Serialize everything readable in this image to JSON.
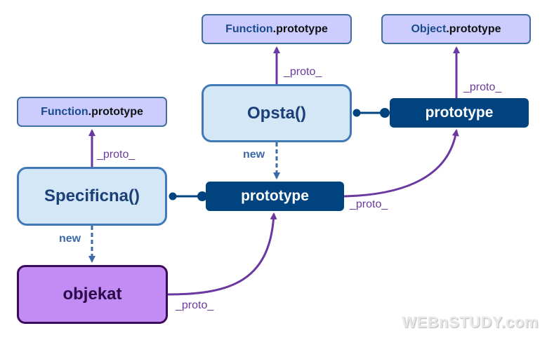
{
  "nodes": {
    "function_prototype_top": {
      "part1": "Function",
      "part2": ".prototype"
    },
    "object_prototype_top": {
      "part1": "Object",
      "part2": ".prototype"
    },
    "function_prototype_left": {
      "part1": "Function",
      "part2": ".prototype"
    },
    "opsta": "Opsta()",
    "specificna": "Specificna()",
    "opsta_prototype": "prototype",
    "specificna_prototype": "prototype",
    "objekat": "objekat"
  },
  "labels": {
    "proto_opsta": "_proto_",
    "proto_opsta_prototype": "_proto_",
    "proto_specificna": "_proto_",
    "proto_specificna_prototype": "_proto_",
    "proto_objekat": "_proto_",
    "new_opsta": "new",
    "new_specificna": "new"
  },
  "watermark": "WEBnSTUDY.com",
  "colors": {
    "proto_arrow": "#6a38a0",
    "new_arrow": "#3c6aa8",
    "prototype_box": "#00437f",
    "function_box": "#d3e7f6",
    "object_box": "#c28cf4",
    "small_prototype_box": "#ccccff"
  }
}
